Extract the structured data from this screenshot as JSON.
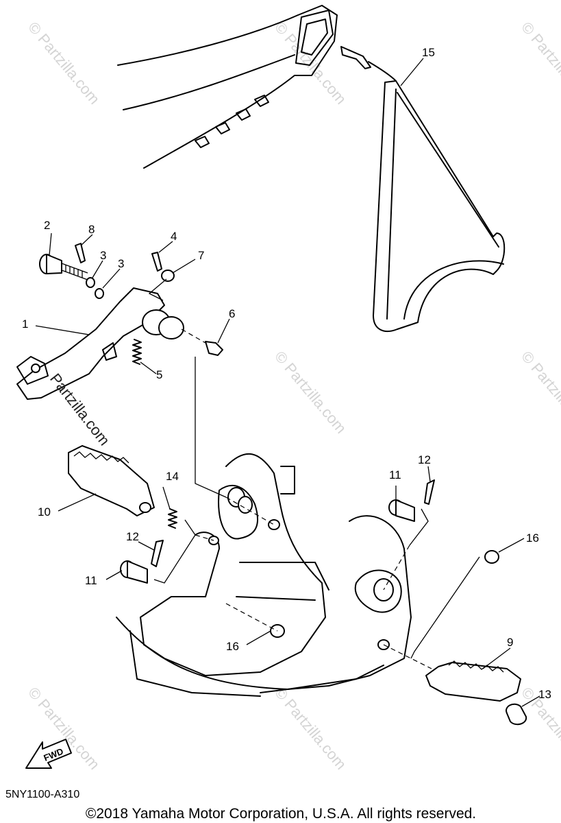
{
  "callouts": [
    {
      "id": "1",
      "label": "1"
    },
    {
      "id": "2",
      "label": "2"
    },
    {
      "id": "3a",
      "label": "3"
    },
    {
      "id": "3b",
      "label": "3"
    },
    {
      "id": "4",
      "label": "4"
    },
    {
      "id": "5",
      "label": "5"
    },
    {
      "id": "6",
      "label": "6"
    },
    {
      "id": "7",
      "label": "7"
    },
    {
      "id": "8",
      "label": "8"
    },
    {
      "id": "9",
      "label": "9"
    },
    {
      "id": "10",
      "label": "10"
    },
    {
      "id": "11a",
      "label": "11"
    },
    {
      "id": "11b",
      "label": "11"
    },
    {
      "id": "12a",
      "label": "12"
    },
    {
      "id": "12b",
      "label": "12"
    },
    {
      "id": "13",
      "label": "13"
    },
    {
      "id": "14",
      "label": "14"
    },
    {
      "id": "15",
      "label": "15"
    },
    {
      "id": "16a",
      "label": "16"
    },
    {
      "id": "16b",
      "label": "16"
    }
  ],
  "watermark": "© Partzilla.com",
  "watermark_prominent": "Partzilla.com",
  "fwd_label": "FWD",
  "diagram_code": "5NY1100-A310",
  "copyright": "©2018 Yamaha Motor Corporation, U.S.A. All rights reserved."
}
